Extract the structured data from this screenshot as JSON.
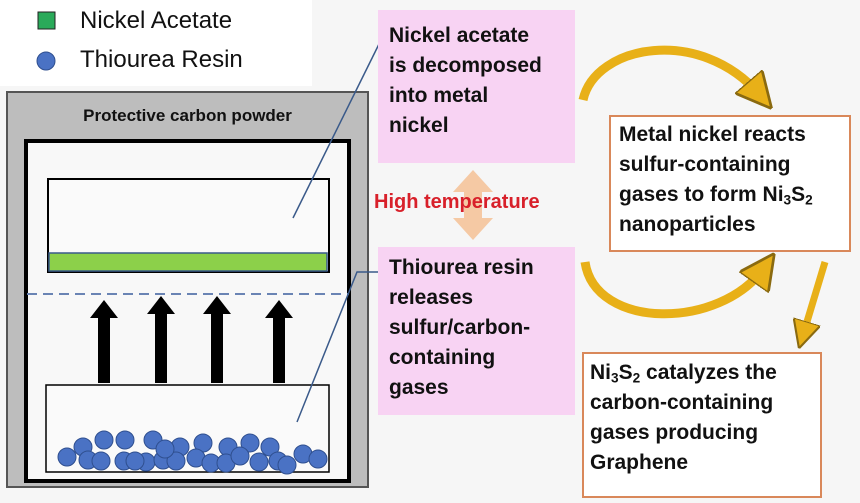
{
  "legend": {
    "items": [
      {
        "label": "Nickel Acetate",
        "icon": "green-square",
        "color": "#2aaa5a"
      },
      {
        "label": "Thiourea Resin",
        "icon": "blue-circle",
        "color": "#4a72c4"
      }
    ]
  },
  "furnace": {
    "label": "Protective carbon powder"
  },
  "steps": {
    "nickel_decomposition": [
      "Nickel acetate",
      "is decomposed",
      "into metal",
      "nickel"
    ],
    "condition": "High temperature",
    "thiourea_release": [
      "Thiourea resin",
      "releases",
      "sulfur/carbon-",
      "containing",
      "gases"
    ],
    "reaction": {
      "lines": [
        "Metal nickel reacts",
        "sulfur-containing",
        "gases to form Ni"
      ],
      "formula_sub1": "3",
      "formula_mid": "S",
      "formula_sub2": "2",
      "last_line": "nanoparticles"
    },
    "catalysis": {
      "first_prefix": "Ni",
      "sub1": "3",
      "mid": "S",
      "sub2": "2",
      "first_suffix": " catalyzes the",
      "lines": [
        "carbon-containing",
        "gases producing",
        "Graphene"
      ]
    }
  },
  "colors": {
    "pink": "#f8d3f3",
    "orange_border": "#d9885a",
    "gold": "#e8b018",
    "red": "#d8202a",
    "green": "#8cd04a",
    "blue": "#4a72c4"
  }
}
